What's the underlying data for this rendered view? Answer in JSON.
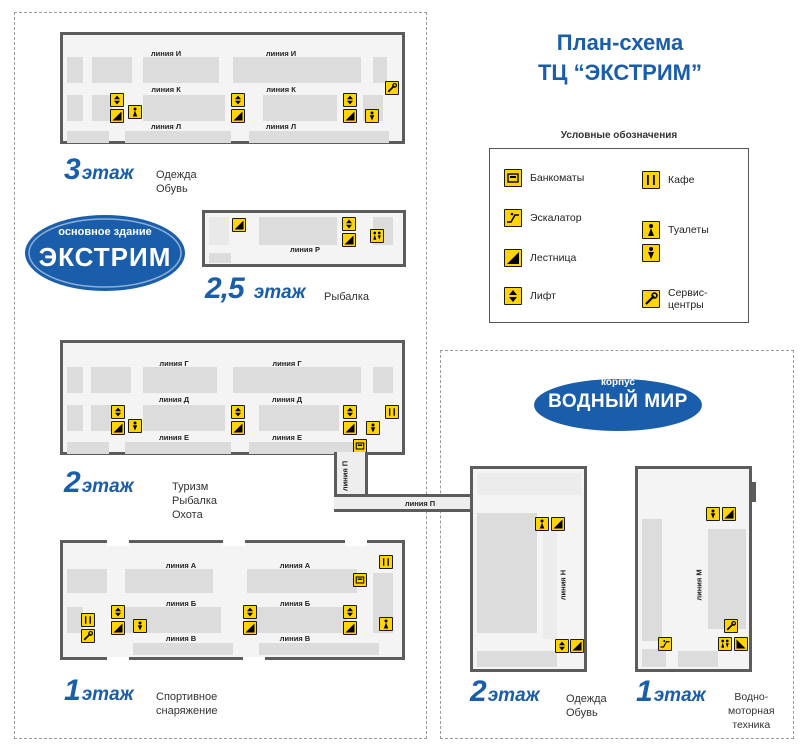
{
  "title": {
    "line1": "План-схема",
    "line2": "ТЦ “ЭКСТРИМ”"
  },
  "legend": {
    "title": "Условные обозначения",
    "items": [
      {
        "label": "Банкоматы",
        "icon": "atm-icon"
      },
      {
        "label": "Эскалатор",
        "icon": "escalator-icon"
      },
      {
        "label": "Лестница",
        "icon": "stairs-icon"
      },
      {
        "label": "Лифт",
        "icon": "elevator-icon"
      },
      {
        "label": "Кафе",
        "icon": "cafe-icon"
      },
      {
        "label": "Туалеты",
        "icon": "toilet-icon"
      },
      {
        "label": "Сервис-\nцентры",
        "icon": "service-icon"
      }
    ]
  },
  "logos": {
    "main": {
      "caption": "основное здание",
      "name": "ЭКСТРИМ"
    },
    "second": {
      "caption": "корпус",
      "name": "ВОДНЫЙ МИР"
    }
  },
  "floors": {
    "f3": {
      "num": "3",
      "word": "этаж",
      "desc": "Одежда\nОбувь",
      "lines": [
        "линия И",
        "линия И",
        "линия К",
        "линия К",
        "линия Л",
        "линия Л"
      ]
    },
    "f25": {
      "num": "2,5",
      "word": "этаж",
      "desc": "Рыбалка",
      "lines": [
        "линия Р"
      ]
    },
    "f2": {
      "num": "2",
      "word": "этаж",
      "desc": "Туризм\nРыбалка\nОхота",
      "lines": [
        "линия Г",
        "линия Г",
        "линия Д",
        "линия Д",
        "линия Е",
        "линия Е",
        "линия П",
        "линия П"
      ]
    },
    "f1": {
      "num": "1",
      "word": "этаж",
      "desc": "Спортивное\nснаряжение",
      "lines": [
        "линия А",
        "линия А",
        "линия Б",
        "линия Б",
        "линия В",
        "линия В"
      ]
    },
    "w2": {
      "num": "2",
      "word": "этаж",
      "desc": "Одежда\nОбувь",
      "lines": [
        "линия П",
        "линия Н"
      ]
    },
    "w1": {
      "num": "1",
      "word": "этаж",
      "desc": "Водно-\nмоторная\nтехника",
      "lines": [
        "линия М"
      ]
    }
  },
  "colors": {
    "brand_blue": "#1a5eab",
    "icon_yellow": "#ffd400"
  }
}
